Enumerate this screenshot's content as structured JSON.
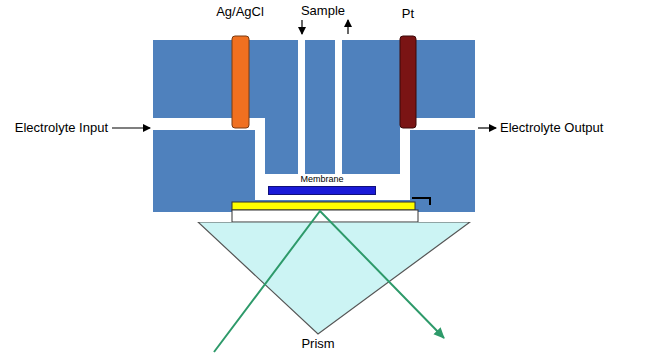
{
  "diagram": {
    "nodes": [
      {
        "text": [
          "Membrane"
        ]
      },
      {
        "text": [
          "Prism"
        ]
      }
    ],
    "labels": [
      "Ag/AgCl",
      "Sample",
      "Pt",
      "Electrolyte Input",
      "Electrolyte Output"
    ]
  }
}
